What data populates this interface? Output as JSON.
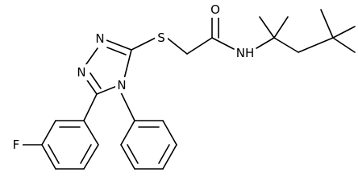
{
  "molecule": {
    "atom_labels": {
      "sulfur": "S",
      "oxygen": "O",
      "amide_nh": "NH",
      "triazole_n1": "N",
      "triazole_n2": "N",
      "triazole_n4": "N",
      "fluorine": "F"
    },
    "line_color": "#000000",
    "background": "#ffffff"
  }
}
